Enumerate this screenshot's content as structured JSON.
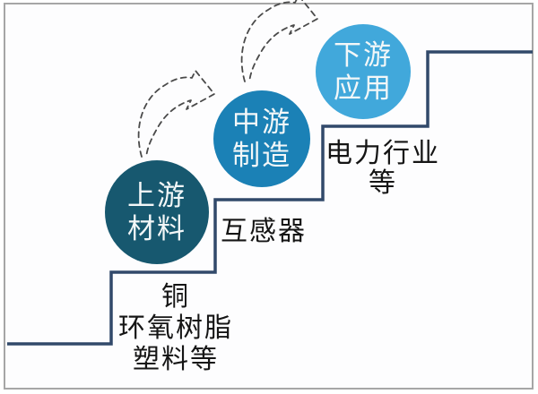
{
  "colors": {
    "stair_line": "#31496a",
    "arrow": "#4a4a4a",
    "frame_border": "#a6a6a6",
    "background": "#fdfdfe",
    "text_dark": "#151515",
    "circle_text": "#f3f7f8"
  },
  "stages": [
    {
      "name": "upstream",
      "circle": {
        "line1": "上游",
        "line2": "材料",
        "color": "#17586f"
      },
      "detail_lines": [
        "铜",
        "环氧树脂",
        "塑料等"
      ]
    },
    {
      "name": "midstream",
      "circle": {
        "line1": "中游",
        "line2": "制造",
        "color": "#1b81b6"
      },
      "detail_lines": [
        "互感器"
      ]
    },
    {
      "name": "downstream",
      "circle": {
        "line1": "下游",
        "line2": "应用",
        "color": "#41a8db"
      },
      "detail_lines": [
        "电力行业",
        "等"
      ]
    }
  ],
  "icons": {
    "stair_shape": "staircase-outline",
    "arrow_shape": "dashed-curved-arrow"
  }
}
